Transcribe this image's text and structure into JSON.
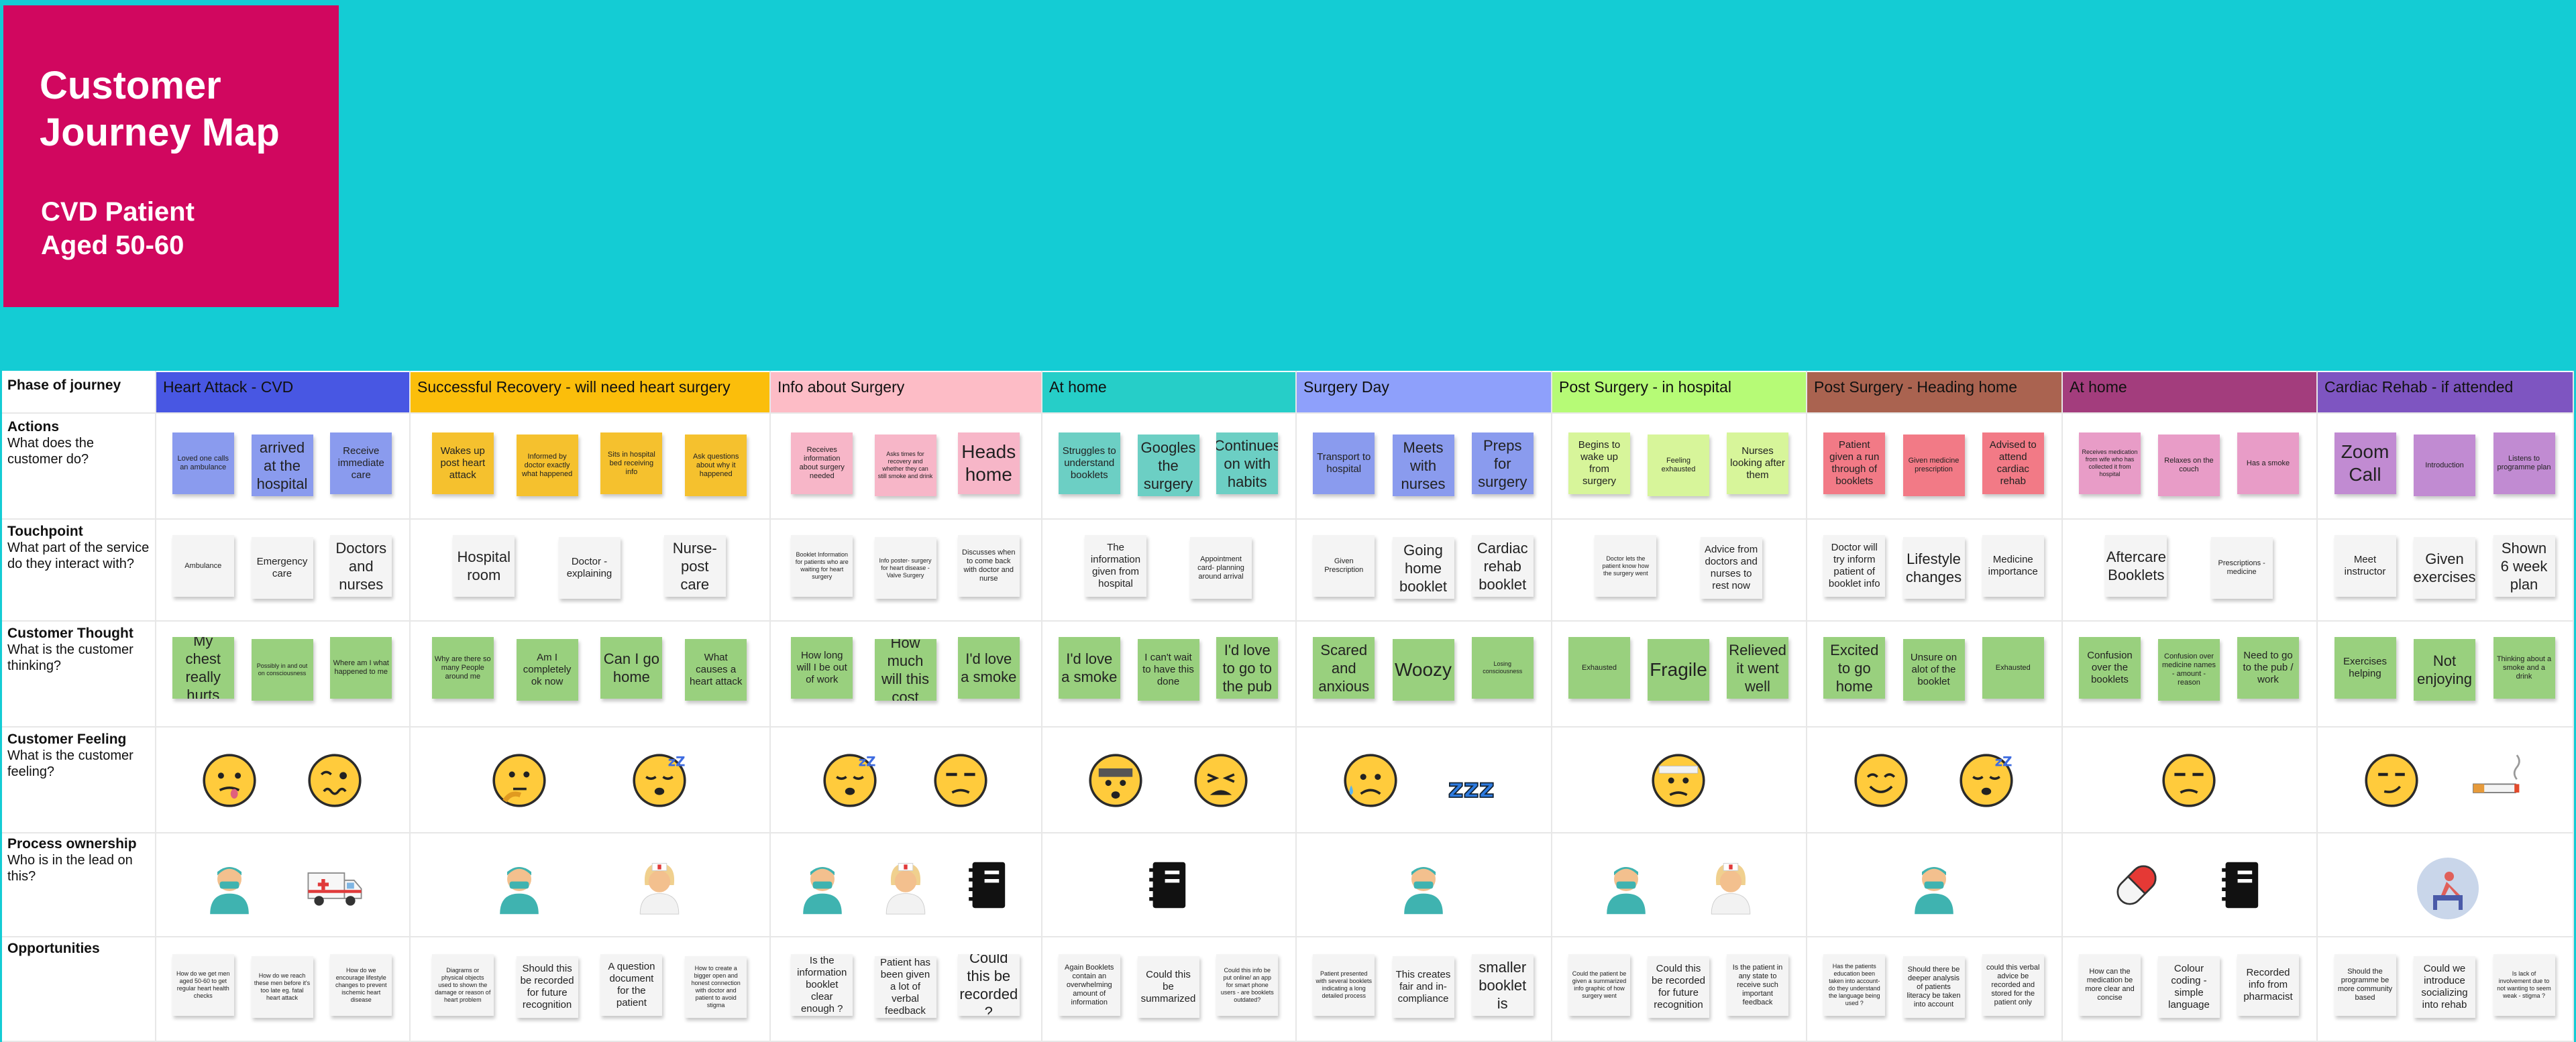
{
  "title": {
    "line1": "Customer Journey Map",
    "line2": "CVD Patient Aged 50-60"
  },
  "header_label": "Phase of journey",
  "rows": [
    {
      "title": "Actions",
      "question": "What does the customer do?"
    },
    {
      "title": "Touchpoint",
      "question": "What part of the service do they interact with?"
    },
    {
      "title": "Customer Thought",
      "question": "What is the customer thinking?"
    },
    {
      "title": "Customer Feeling",
      "question": "What is the customer feeling?"
    },
    {
      "title": "Process ownership",
      "question": "Who is in the lead on this?"
    },
    {
      "title": "Opportunities",
      "question": ""
    }
  ],
  "colors": {
    "background": "#14CCD4",
    "title_card": "#D1075F",
    "thought_note": "#99D07E",
    "touch_note": "#F4F4F4"
  },
  "phases": [
    {
      "label": "Heart Attack - CVD",
      "color": "#4857E3",
      "actions": [
        {
          "text": "Loved one calls an ambulance",
          "size": "sm",
          "color": "#8A9BEE"
        },
        {
          "text": "arrived at the hospital",
          "size": "lg",
          "color": "#8A9BEE"
        },
        {
          "text": "Receive immediate care",
          "size": "",
          "color": "#8A9BEE"
        }
      ],
      "touch": [
        {
          "text": "Ambulance",
          "size": "sm"
        },
        {
          "text": "Emergency care",
          "size": ""
        },
        {
          "text": "Doctors and nurses",
          "size": "lg"
        }
      ],
      "thought": [
        {
          "text": "My chest really hurts",
          "size": "lg"
        },
        {
          "text": "Possibly in and out on consciousness",
          "size": "xs"
        },
        {
          "text": "Where am I what happened to me",
          "size": "sm"
        }
      ],
      "feeling": [
        "face-sick-icon",
        "face-woozy-icon"
      ],
      "owner": [
        "doctor-icon",
        "ambulance-icon"
      ],
      "opps": [
        {
          "text": "How do we get men aged 50-60 to get regular heart health checks",
          "size": "xs"
        },
        {
          "text": "How do we reach these men before it's too late eg. fatal heart attack",
          "size": "xs"
        },
        {
          "text": "How do we encourage lifestyle changes to prevent ischemic heart disease",
          "size": "xs"
        }
      ]
    },
    {
      "label": "Successful Recovery - will need heart surgery",
      "color": "#FBBE0B",
      "actions": [
        {
          "text": "Wakes up post heart attack",
          "size": "",
          "color": "#F5C12E"
        },
        {
          "text": "Informed by doctor exactly what happened",
          "size": "sm",
          "color": "#F5C12E"
        },
        {
          "text": "Sits in hospital bed receiving info",
          "size": "sm",
          "color": "#F5C12E"
        },
        {
          "text": "Ask questions about why it happened",
          "size": "sm",
          "color": "#F5C12E"
        }
      ],
      "touch": [
        {
          "text": "Hospital room",
          "size": "lg"
        },
        {
          "text": "Doctor - explaining",
          "size": ""
        },
        {
          "text": "Nurse- post care",
          "size": "lg"
        }
      ],
      "thought": [
        {
          "text": "Why are there so many People around me",
          "size": "sm"
        },
        {
          "text": "Am I completely ok now",
          "size": ""
        },
        {
          "text": "Can I go home",
          "size": "lg"
        },
        {
          "text": "What causes a heart attack",
          "size": ""
        }
      ],
      "feeling": [
        "face-thinking-icon",
        "face-sleeping-icon"
      ],
      "owner": [
        "doctor-icon",
        "nurse-icon"
      ],
      "opps": [
        {
          "text": "Diagrams or physical objects used to shown the damage or reason of heart problem",
          "size": "xs"
        },
        {
          "text": "Should this be recorded for future recognition",
          "size": ""
        },
        {
          "text": "A question document for the patient",
          "size": ""
        },
        {
          "text": "How to create a bigger open and honest connection with doctor and patient to avoid stigma",
          "size": "xs"
        }
      ]
    },
    {
      "label": "Info about Surgery",
      "color": "#FDBCC6",
      "actions": [
        {
          "text": "Receives information about surgery needed",
          "size": "sm",
          "color": "#F7B6C8"
        },
        {
          "text": "Asks times for recovery and whether they can still smoke and drink",
          "size": "xs",
          "color": "#F7B6C8"
        },
        {
          "text": "Heads home",
          "size": "xl",
          "color": "#F7B6C8"
        }
      ],
      "touch": [
        {
          "text": "Booklet Information for patients who are waiting for heart surgery",
          "size": "xs"
        },
        {
          "text": "Info poster- surgery for heart disease - Valve Surgery",
          "size": "xs"
        },
        {
          "text": "Discusses when to come back with doctor and nurse",
          "size": "sm"
        }
      ],
      "thought": [
        {
          "text": "How long will I be out of work",
          "size": ""
        },
        {
          "text": "How much will this cost",
          "size": "lg"
        },
        {
          "text": "I'd love a smoke",
          "size": "lg"
        }
      ],
      "feeling": [
        "face-sleeping-icon",
        "face-unamused-icon"
      ],
      "owner": [
        "doctor-icon",
        "nurse-icon",
        "booklet-icon"
      ],
      "opps": [
        {
          "text": "Is the information booklet clear enough ?",
          "size": ""
        },
        {
          "text": "Patient has been given a lot of verbal feedback",
          "size": ""
        },
        {
          "text": "Could this be recorded ?",
          "size": "lg"
        }
      ]
    },
    {
      "label": "At home",
      "color": "#26CEC8",
      "actions": [
        {
          "text": "Struggles to understand booklets",
          "size": "",
          "color": "#6CCFC4"
        },
        {
          "text": "Googles the surgery",
          "size": "lg",
          "color": "#6CCFC4"
        },
        {
          "text": "Continues on with habits",
          "size": "lg",
          "color": "#6CCFC4"
        }
      ],
      "touch": [
        {
          "text": "The information given from hospital",
          "size": ""
        },
        {
          "text": "Appointment card- planning around arrival",
          "size": "sm"
        }
      ],
      "thought": [
        {
          "text": "I'd love a smoke",
          "size": "lg"
        },
        {
          "text": "I can't wait to have this done",
          "size": ""
        },
        {
          "text": "I'd love to go to the pub",
          "size": "lg"
        }
      ],
      "feeling": [
        "face-exploding-icon",
        "face-tired-icon"
      ],
      "owner": [
        "booklet-icon"
      ],
      "opps": [
        {
          "text": "Again Booklets contain an overwhelming amount of information",
          "size": "sm"
        },
        {
          "text": "Could this be summarized",
          "size": ""
        },
        {
          "text": "Could this info be put online/ an app for smart phone users - are booklets outdated?",
          "size": "xs"
        }
      ]
    },
    {
      "label": "Surgery Day",
      "color": "#8EA0FB",
      "actions": [
        {
          "text": "Transport to hospital",
          "size": "",
          "color": "#8A9BEE"
        },
        {
          "text": "Meets with nurses",
          "size": "lg",
          "color": "#8A9BEE"
        },
        {
          "text": "Preps for surgery",
          "size": "lg",
          "color": "#8A9BEE"
        }
      ],
      "touch": [
        {
          "text": "Given Prescription",
          "size": "sm"
        },
        {
          "text": "Going home booklet",
          "size": "lg"
        },
        {
          "text": "Cardiac rehab booklet",
          "size": "lg"
        }
      ],
      "thought": [
        {
          "text": "Scared and anxious",
          "size": "lg"
        },
        {
          "text": "Woozy",
          "size": "xl"
        },
        {
          "text": "Losing consciousness",
          "size": "xs"
        }
      ],
      "feeling": [
        "face-sad-sweat-icon",
        "zzz-icon"
      ],
      "owner": [
        "doctor-icon"
      ],
      "opps": [
        {
          "text": "Patient presented with several booklets indicating a long detailed process",
          "size": "xs"
        },
        {
          "text": "This creates fair and in-compliance",
          "size": ""
        },
        {
          "text": "A smaller booklet is needed",
          "size": "lg"
        }
      ]
    },
    {
      "label": "Post Surgery - in hospital",
      "color": "#B6FB76",
      "actions": [
        {
          "text": "Begins to wake up from surgery",
          "size": "",
          "color": "#D7F59A"
        },
        {
          "text": "Feeling exhausted",
          "size": "sm",
          "color": "#D7F59A"
        },
        {
          "text": "Nurses looking after them",
          "size": "",
          "color": "#D7F59A"
        }
      ],
      "touch": [
        {
          "text": "Doctor lets the patient know how the surgery went",
          "size": "xs"
        },
        {
          "text": "Advice from doctors and nurses to rest now",
          "size": ""
        }
      ],
      "thought": [
        {
          "text": "Exhausted",
          "size": "sm"
        },
        {
          "text": "Fragile",
          "size": "xl"
        },
        {
          "text": "Relieved it went well",
          "size": "lg"
        }
      ],
      "feeling": [
        "face-bandage-icon"
      ],
      "owner": [
        "doctor-icon",
        "nurse-icon"
      ],
      "opps": [
        {
          "text": "Could the patient be given a summarized info graphic of how surgery went",
          "size": "xs"
        },
        {
          "text": "Could this be recorded for future recognition",
          "size": ""
        },
        {
          "text": "Is the patient in any state to receive such important feedback",
          "size": "sm"
        }
      ]
    },
    {
      "label": "Post Surgery - Heading home",
      "color": "#AA6350",
      "actions": [
        {
          "text": "Patient given a run through of booklets",
          "size": "",
          "color": "#F27A86"
        },
        {
          "text": "Given medicine prescription",
          "size": "sm",
          "color": "#F27A86"
        },
        {
          "text": "Advised to attend cardiac rehab",
          "size": "",
          "color": "#F27A86"
        }
      ],
      "touch": [
        {
          "text": "Doctor will try inform patient of booklet info",
          "size": ""
        },
        {
          "text": "Lifestyle changes",
          "size": "lg"
        },
        {
          "text": "Medicine importance",
          "size": ""
        }
      ],
      "thought": [
        {
          "text": "Excited to go home",
          "size": "lg"
        },
        {
          "text": "Unsure on alot of the booklet",
          "size": ""
        },
        {
          "text": "Exhausted",
          "size": "sm"
        }
      ],
      "feeling": [
        "face-smiling-icon",
        "face-sleeping-icon"
      ],
      "owner": [
        "doctor-icon"
      ],
      "opps": [
        {
          "text": "Has the patients education been taken into account- do they understand the language being used ?",
          "size": "xs"
        },
        {
          "text": "Should there be deeper analysis of patients literacy be taken into account",
          "size": "sm"
        },
        {
          "text": "could this verbal advice be recorded and stored for the patient only",
          "size": "sm"
        }
      ]
    },
    {
      "label": "At home",
      "color": "#A33D7D",
      "actions": [
        {
          "text": "Receives medication from wife who has collected it from hospital",
          "size": "xs",
          "color": "#E89CC7"
        },
        {
          "text": "Relaxes on the couch",
          "size": "sm",
          "color": "#E89CC7"
        },
        {
          "text": "Has a smoke",
          "size": "sm",
          "color": "#E89CC7"
        }
      ],
      "touch": [
        {
          "text": "Aftercare Booklets",
          "size": "lg"
        },
        {
          "text": "Prescriptions - medicine",
          "size": "sm"
        }
      ],
      "thought": [
        {
          "text": "Confusion over the booklets",
          "size": ""
        },
        {
          "text": "Confusion over medicine names - amount - reason",
          "size": "sm"
        },
        {
          "text": "Need to go to the pub / work",
          "size": ""
        }
      ],
      "feeling": [
        "face-unamused-icon"
      ],
      "owner": [
        "pill-icon",
        "booklet-icon"
      ],
      "opps": [
        {
          "text": "How can the medication be more clear and concise",
          "size": "sm"
        },
        {
          "text": "Colour coding - simple language",
          "size": ""
        },
        {
          "text": "Recorded info from pharmacist",
          "size": ""
        }
      ]
    },
    {
      "label": "Cardiac Rehab - if attended",
      "color": "#7E55C1",
      "actions": [
        {
          "text": "Zoom Call",
          "size": "xl",
          "color": "#C18BD2"
        },
        {
          "text": "Introduction",
          "size": "sm",
          "color": "#C18BD2"
        },
        {
          "text": "Listens to programme plan",
          "size": "sm",
          "color": "#C18BD2"
        }
      ],
      "touch": [
        {
          "text": "Meet instructor",
          "size": ""
        },
        {
          "text": "Given exercises",
          "size": "lg"
        },
        {
          "text": "Shown 6 week plan",
          "size": "lg"
        }
      ],
      "thought": [
        {
          "text": "Exercises helping",
          "size": ""
        },
        {
          "text": "Not enjoying",
          "size": "lg"
        },
        {
          "text": "Thinking about a smoke and a drink",
          "size": "sm"
        }
      ],
      "feeling": [
        "face-smirk-icon",
        "cigarette-icon"
      ],
      "owner": [
        "rehab-exercise-icon"
      ],
      "opps": [
        {
          "text": "Should the programme be more community based",
          "size": "sm"
        },
        {
          "text": "Could we introduce socializing into rehab",
          "size": ""
        },
        {
          "text": "Is lack of involvement due to not wanting to seem weak - stigma ?",
          "size": "xs"
        }
      ]
    }
  ]
}
